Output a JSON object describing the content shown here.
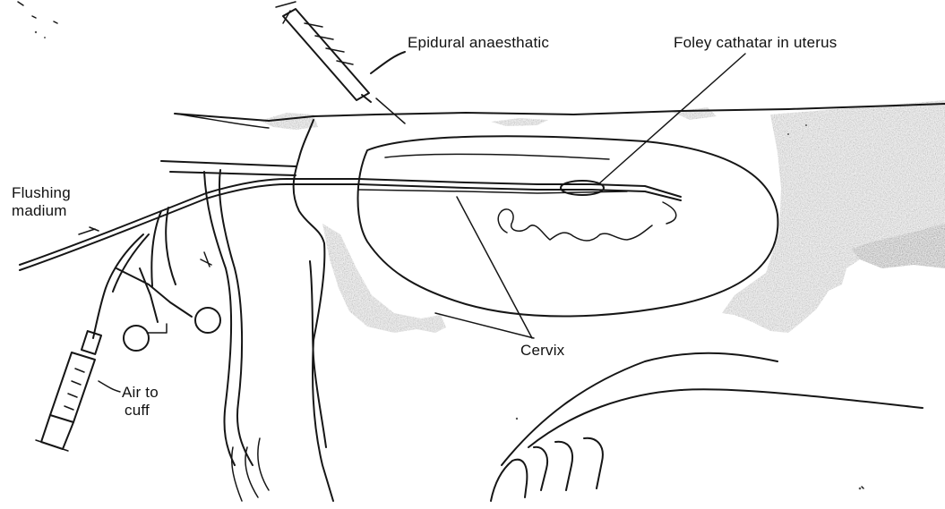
{
  "labels": {
    "epidural": "Epidural anaesthatic",
    "foley": "Foley cathatar in uterus",
    "flushing_line1": "Flushing",
    "flushing_line2": "madium",
    "cervix": "Cervix",
    "air_line1": "Air to",
    "air_line2": "cuff"
  },
  "colors": {
    "ink": "#161616",
    "shade": "#7a7a7a",
    "paper": "#ffffff"
  }
}
